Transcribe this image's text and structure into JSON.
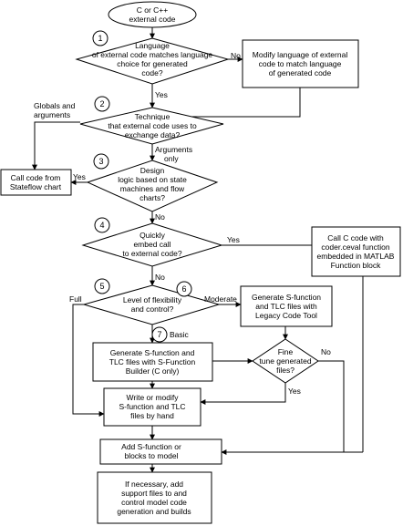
{
  "nodes": {
    "start": {
      "lines": [
        "C or C++",
        "external code"
      ]
    },
    "lang": {
      "lines": [
        "Language",
        "of external code matches language",
        "choice for generated",
        "code?"
      ]
    },
    "modify": {
      "lines": [
        "Modify language of external",
        "code to match language",
        "of generated code"
      ]
    },
    "tech": {
      "lines": [
        "Technique",
        "that external code uses to",
        "exchange data?"
      ]
    },
    "stateflow": {
      "lines": [
        "Call code from",
        "Stateflow chart"
      ]
    },
    "design": {
      "lines": [
        "Design",
        "logic based on state",
        "machines and flow",
        "charts?"
      ]
    },
    "embed": {
      "lines": [
        "Quickly",
        "embed call",
        "to external code?"
      ]
    },
    "ceval": {
      "lines": [
        "Call C code with",
        "coder.ceval function",
        "embedded in MATLAB",
        "Function block"
      ]
    },
    "flex": {
      "lines": [
        "Level of flexibility",
        "and control?"
      ]
    },
    "lct": {
      "lines": [
        "Generate S-function",
        "and TLC files with",
        "Legacy Code Tool"
      ]
    },
    "builder": {
      "lines": [
        "Generate S-function and",
        "TLC files with S-Function",
        "Builder (C only)"
      ]
    },
    "finetune": {
      "lines": [
        "Fine",
        "tune generated",
        "files?"
      ]
    },
    "write": {
      "lines": [
        "Write or modify",
        "S-function and TLC",
        "files by hand"
      ]
    },
    "add": {
      "lines": [
        "Add S-function or",
        "blocks to model"
      ]
    },
    "support": {
      "lines": [
        "If necessary, add",
        "support files to and",
        "control model code",
        "generation and builds"
      ]
    }
  },
  "step_numbers": [
    "1",
    "2",
    "3",
    "4",
    "5",
    "6",
    "7"
  ],
  "edge_labels": {
    "no1": "No",
    "yes1": "Yes",
    "globals": [
      "Globals and",
      "arguments"
    ],
    "args_only": [
      "Arguments",
      "only"
    ],
    "yes3": "Yes",
    "no3": "No",
    "yes4": "Yes",
    "no4": "No",
    "full": "Full",
    "moderate": "Moderate",
    "basic": "Basic",
    "no_ft": "No",
    "yes_ft": "Yes"
  }
}
